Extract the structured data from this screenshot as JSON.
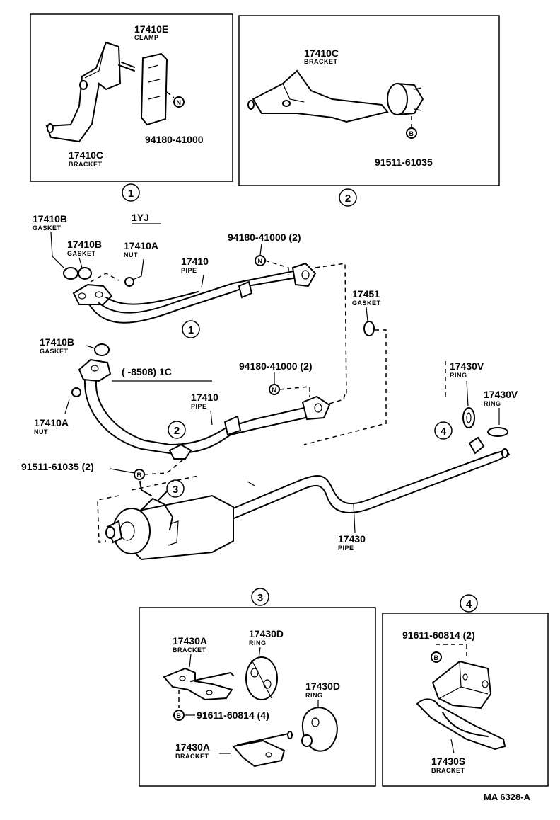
{
  "inset1": {
    "clamp_pn": "17410E",
    "clamp_sub": "CLAMP",
    "bracket_pn": "17410C",
    "bracket_sub": "BRACKET",
    "nut_pn": "94180-41000",
    "nut_mark": "N",
    "marker": "1"
  },
  "inset2": {
    "bracket_pn": "17410C",
    "bracket_sub": "BRACKET",
    "bolt_pn": "91511-61035",
    "bolt_mark": "B",
    "marker": "2"
  },
  "main": {
    "engine_1yj": "1YJ",
    "gasket1_pn": "17410B",
    "gasket1_sub": "GASKET",
    "gasket2_pn": "17410B",
    "gasket2_sub": "GASKET",
    "nut_top_pn": "17410A",
    "nut_top_sub": "NUT",
    "pipe_top_pn": "17410",
    "pipe_top_sub": "PIPE",
    "nut94_top": "94180-41000 (2)",
    "gasket17451_pn": "17451",
    "gasket17451_sub": "GASKET",
    "marker_1": "1",
    "gasket3_pn": "17410B",
    "gasket3_sub": "GASKET",
    "engine_1c": "(      -8508) 1C",
    "nut94_mid": "94180-41000 (2)",
    "nut_mid_pn": "17410A",
    "nut_mid_sub": "NUT",
    "pipe_mid_pn": "17410",
    "pipe_mid_sub": "PIPE",
    "marker_2": "2",
    "bolt_pn": "91511-61035 (2)",
    "marker_3": "3",
    "ring1_pn": "17430V",
    "ring1_sub": "RING",
    "ring2_pn": "17430V",
    "ring2_sub": "RING",
    "marker_4": "4",
    "tail_pn": "17430",
    "tail_sub": "PIPE",
    "mark_n": "N",
    "mark_b": "B"
  },
  "inset3": {
    "marker": "3",
    "bracketA1_pn": "17430A",
    "bracketA1_sub": "BRACKET",
    "ringD1_pn": "17430D",
    "ringD1_sub": "RING",
    "ringD2_pn": "17430D",
    "ringD2_sub": "RING",
    "bolt_pn": "91611-60814 (4)",
    "bracketA2_pn": "17430A",
    "bracketA2_sub": "BRACKET",
    "bolt_mark": "B"
  },
  "inset4": {
    "marker": "4",
    "bolt_pn": "91611-60814 (2)",
    "bracket_pn": "17430S",
    "bracket_sub": "BRACKET",
    "bolt_mark": "B"
  },
  "footer": {
    "ref": "MA 6328-A"
  }
}
